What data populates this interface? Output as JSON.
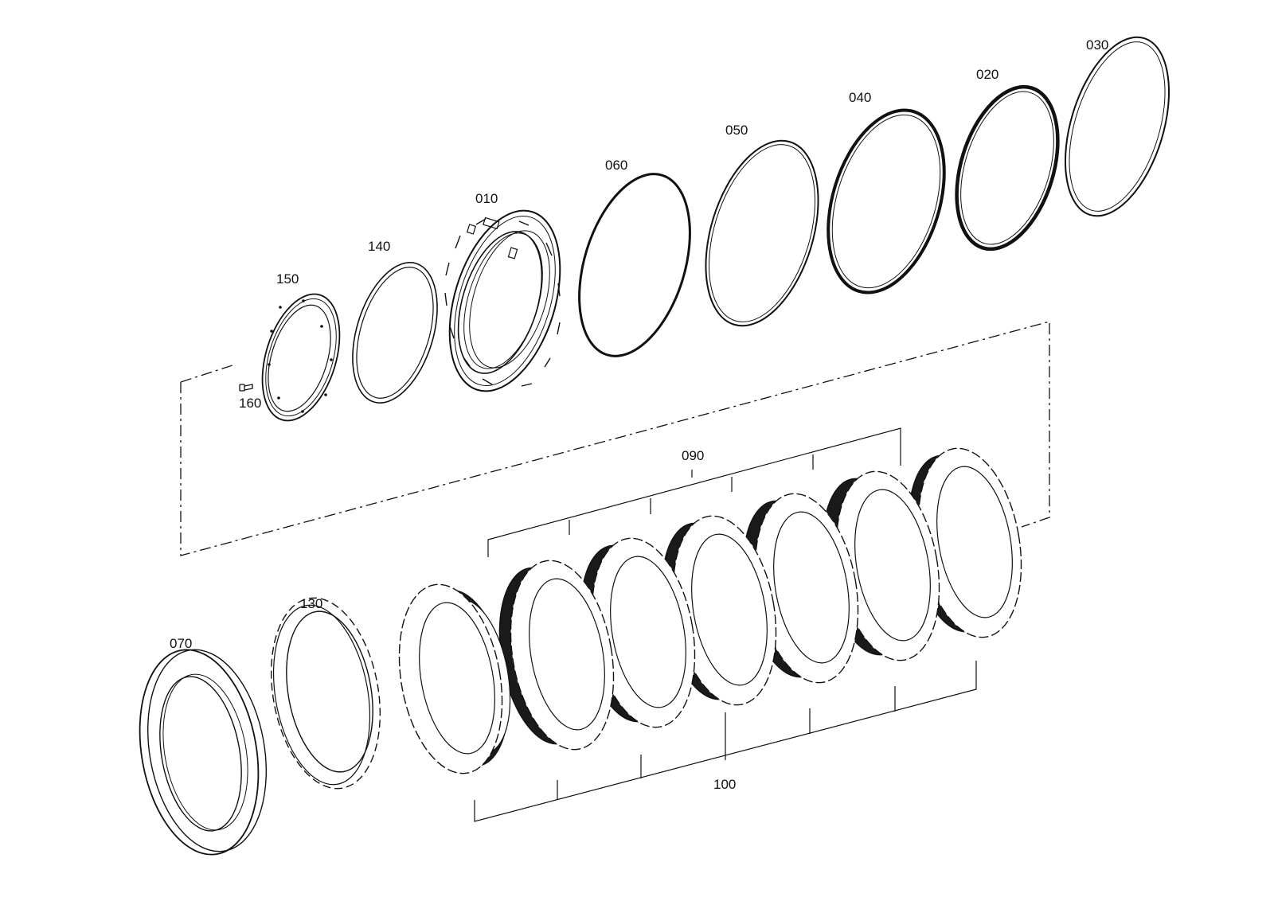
{
  "colors": {
    "line": "#111111",
    "background": "#ffffff",
    "friction_fill": "#1a1a1a"
  },
  "labels": {
    "p010": "010",
    "p020": "020",
    "p030": "030",
    "p040": "040",
    "p050": "050",
    "p060": "060",
    "p070": "070",
    "p090": "090",
    "p100": "100",
    "p130": "130",
    "p140": "140",
    "p150": "150",
    "p160": "160"
  }
}
